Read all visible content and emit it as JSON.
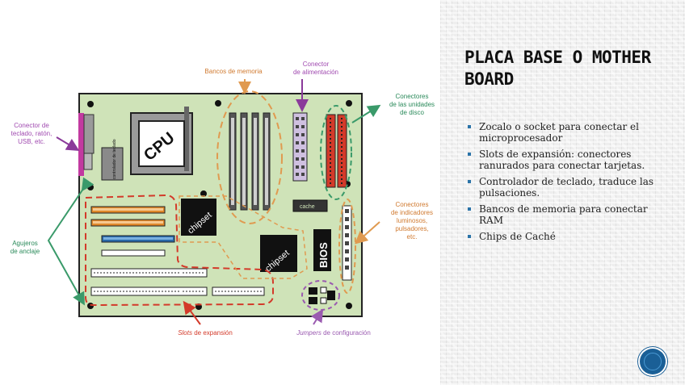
{
  "slide": {
    "title": "Placa base o Mother Board",
    "bullets": [
      "Zocalo o socket para conectar el microprocesador",
      "Slots de expansión: conectores ranurados para conectar tarjetas.",
      "Controlador de teclado, traduce las pulsaciones.",
      "Bancos de memoria para conectar RAM",
      "Chips de Caché"
    ]
  },
  "diagram": {
    "labels": {
      "bancos_memoria": "Bancos de memoria",
      "conector_1": "Conector",
      "conector_2": "de alimentación",
      "unidades_1": "Conectores",
      "unidades_2": "de las unidades",
      "unidades_3": "de disco",
      "teclado_1": "Conector de",
      "teclado_2": "teclado, ratón,",
      "teclado_3": "USB, etc.",
      "agujeros_1": "Agujeros",
      "agujeros_2": "de anclaje",
      "indicadores_1": "Conectores",
      "indicadores_2": "de indicadores",
      "indicadores_3": "luminosos,",
      "indicadores_4": "pulsadores,",
      "indicadores_5": "etc.",
      "slots_italic": "Slots",
      "slots_rest": " de expansión",
      "jumpers_italic": "Jumpers",
      "jumpers_rest": " de configuración"
    },
    "chips": {
      "cpu": "CPU",
      "chipset": "chipset",
      "bios": "BIOS",
      "controlador": "controlador de teclado",
      "cache": "cache"
    },
    "colors": {
      "board": "#cfe3b8",
      "orange": "#e09a50",
      "green": "#3a9a6a",
      "purple": "#8a3a9a",
      "red": "#d33a2a",
      "accent_blue": "#1a5f96"
    }
  }
}
